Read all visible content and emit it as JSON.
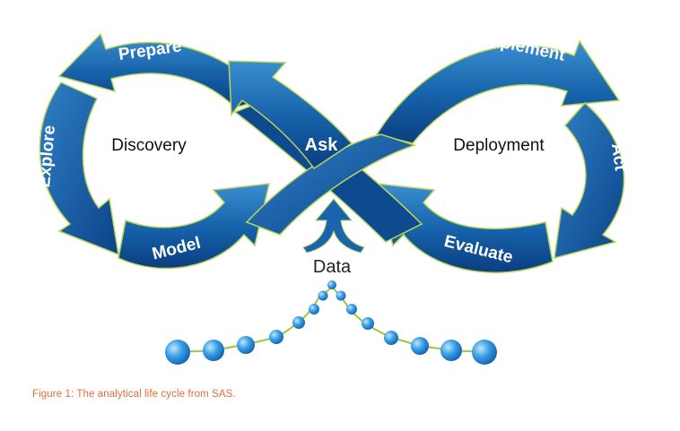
{
  "diagram": {
    "arrows": {
      "prepare": "Prepare",
      "explore": "Explore",
      "model": "Model",
      "ask": "Ask",
      "implement": "Implement",
      "act": "Act",
      "evaluate": "Evaluate"
    },
    "regions": {
      "discovery": "Discovery",
      "deployment": "Deployment"
    },
    "data_label": "Data",
    "colors": {
      "ribbon_dark": "#0b3e80",
      "ribbon_mid": "#1560a8",
      "ribbon_light": "#3a8ed0",
      "outline": "#b8d65a",
      "bead": "#2a8fd6"
    }
  },
  "caption": "Figure 1: The analytical life cycle from SAS."
}
